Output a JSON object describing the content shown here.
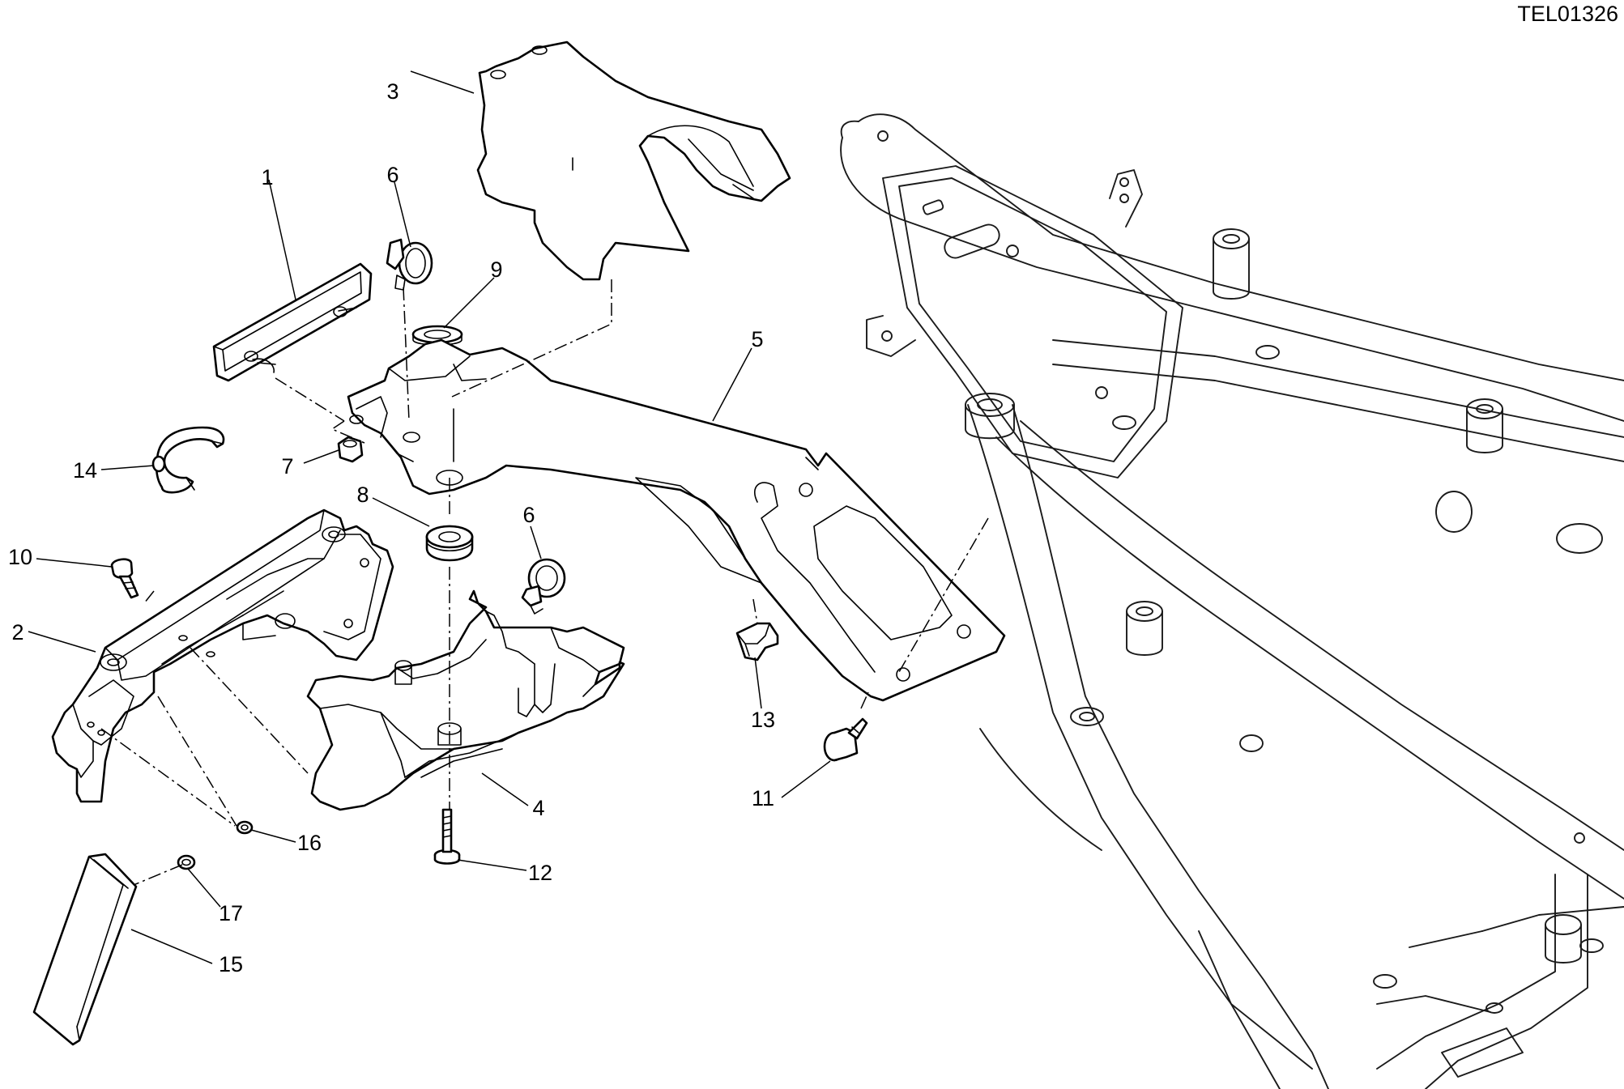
{
  "drawing_code": "TEL01326",
  "callouts": {
    "c1": "1",
    "c2": "2",
    "c3": "3",
    "c4": "4",
    "c5": "5",
    "c6a": "6",
    "c6b": "6",
    "c7": "7",
    "c8": "8",
    "c9": "9",
    "c10": "10",
    "c11": "11",
    "c12": "12",
    "c13": "13",
    "c14": "14",
    "c15": "15",
    "c16": "16",
    "c17": "17"
  }
}
